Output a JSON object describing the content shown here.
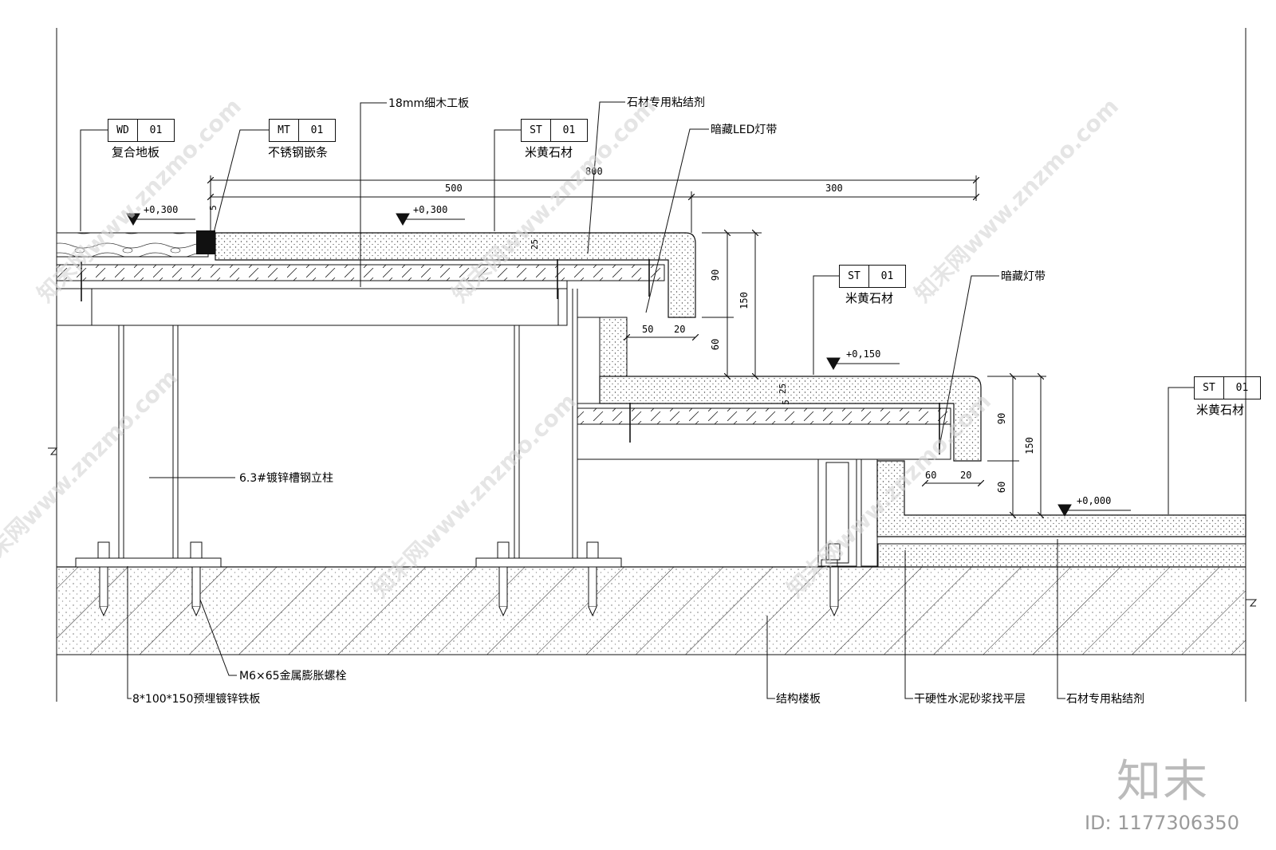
{
  "tags": [
    {
      "code": "WD",
      "num": "01",
      "label": "复合地板"
    },
    {
      "code": "MT",
      "num": "01",
      "label": "不锈钢嵌条"
    },
    {
      "code": "ST",
      "num": "01",
      "label": "米黄石材"
    },
    {
      "code": "ST",
      "num": "01",
      "label": "米黄石材"
    },
    {
      "code": "ST",
      "num": "01",
      "label": "米黄石材"
    }
  ],
  "callouts": {
    "plywood": "18mm细木工板",
    "adhesive_top": "石材专用粘结剂",
    "led_strip": "暗藏LED灯带",
    "hidden_strip": "暗藏灯带",
    "steel_column": "6.3#镀锌槽钢立柱",
    "bolt": "M6×65金属膨胀螺栓",
    "plate": "8*100*150预埋镀锌铁板",
    "slab": "结构楼板",
    "mortar": "干硬性水泥砂浆找平层",
    "adhesive_bottom": "石材专用粘结剂"
  },
  "levels": {
    "wood": "+0,300",
    "stone_top": "+0,300",
    "step_mid": "+0,150",
    "floor": "+0,000"
  },
  "dimensions": {
    "total": "800",
    "d500": "500",
    "d300": "300",
    "d5": "5",
    "d25a": "25",
    "d90a": "90",
    "d150a": "150",
    "d60a": "60",
    "d50": "50",
    "d20a": "20",
    "d25b": "25",
    "d5b": "5",
    "d90b": "90",
    "d150b": "150",
    "d60b": "60",
    "d60h": "60",
    "d20b": "20"
  },
  "watermark": {
    "text": "知末网www.znzmo.com",
    "brand": "知末",
    "id": "ID: 1177306350"
  }
}
